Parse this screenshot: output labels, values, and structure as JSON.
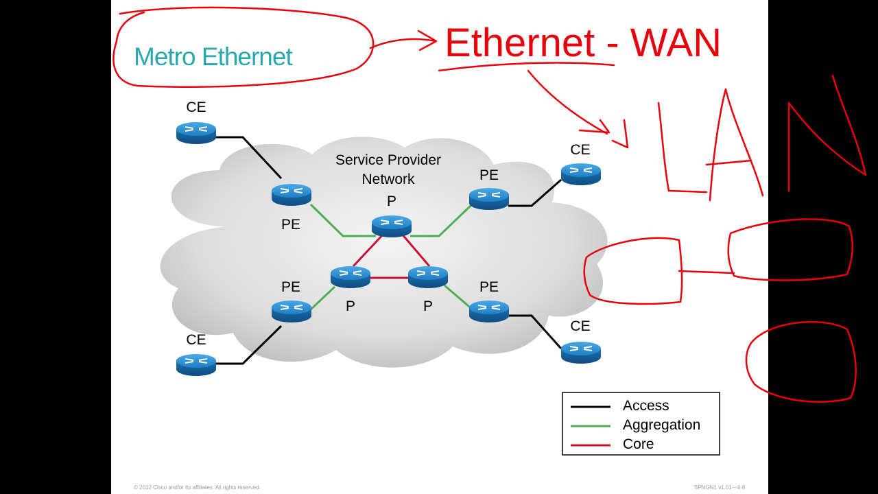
{
  "slide": {
    "title": "Metro Ethernet",
    "footer_left": "© 2012 Cisco and/or its affiliates. All rights reserved.",
    "footer_right": "SPNGN1 v1.01—4-8"
  },
  "annotations": {
    "heading": "Ethernet - WAN",
    "handwriting": "LAN"
  },
  "diagram": {
    "cloud_label_line1": "Service Provider",
    "cloud_label_line2": "Network",
    "nodes": {
      "ce_top_left": "CE",
      "ce_bottom_left": "CE",
      "ce_top_right": "CE",
      "ce_bottom_right": "CE",
      "pe_top_left": "PE",
      "pe_bottom_left": "PE",
      "pe_top_right": "PE",
      "pe_bottom_right": "PE",
      "p_top": "P",
      "p_left": "P",
      "p_right": "P"
    }
  },
  "legend": {
    "items": [
      {
        "label": "Access",
        "color": "#000000"
      },
      {
        "label": "Aggregation",
        "color": "#4caf50"
      },
      {
        "label": "Core",
        "color": "#c8102e"
      }
    ]
  },
  "colors": {
    "title": "#2aa8b0",
    "annotation": "#e8000b",
    "access": "#000000",
    "aggregation": "#4caf50",
    "core": "#c8102e",
    "router": "#1e7fc4"
  }
}
